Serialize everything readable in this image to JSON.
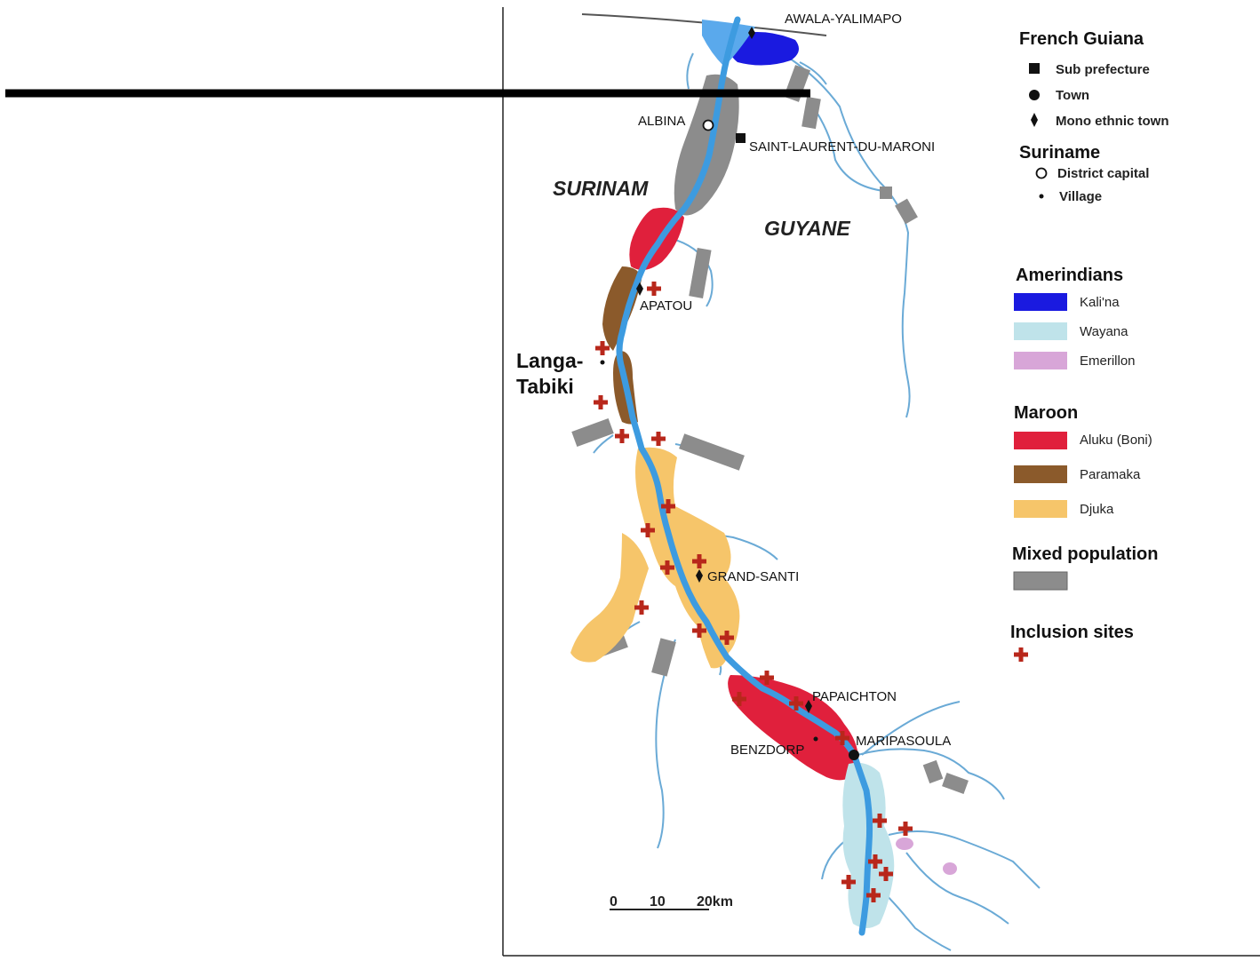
{
  "places": {
    "awala": "AWALA-YALIMAPO",
    "albina": "ALBINA",
    "saint_laurent": "SAINT-LAURENT-DU-MARONI",
    "apatou": "APATOU",
    "langa_line1": "Langa-",
    "langa_line2": "Tabiki",
    "grand_santi": "GRAND-SANTI",
    "papaichton": "PAPAICHTON",
    "maripasoula": "MARIPASOULA",
    "benzdorp": "BENZDORP"
  },
  "regions": {
    "surinam": "SURINAM",
    "guyane": "GUYANE"
  },
  "legend": {
    "french_guiana": {
      "title": "French Guiana",
      "sub_prefecture": "Sub prefecture",
      "town": "Town",
      "mono_ethnic": "Mono ethnic town"
    },
    "suriname": {
      "title": "Suriname",
      "district_capital": "District capital",
      "village": "Village"
    },
    "amerindians": {
      "title": "Amerindians",
      "kalina": "Kali'na",
      "wayana": "Wayana",
      "emerillon": "Emerillon"
    },
    "maroon": {
      "title": "Maroon",
      "aluku": "Aluku (Boni)",
      "paramaka": "Paramaka",
      "djuka": "Djuka"
    },
    "mixed": {
      "title": "Mixed population"
    },
    "inclusion": {
      "title": "Inclusion sites"
    }
  },
  "scale": {
    "zero": "0",
    "ten": "10",
    "twenty": "20km"
  },
  "colors": {
    "kalina": "#1a1ae0",
    "wayana": "#bfe3ea",
    "emerillon": "#d8a6d8",
    "aluku": "#e0203c",
    "paramaka": "#8b5a2b",
    "djuka": "#f6c56a",
    "mixed": "#8c8c8c",
    "river": "#3d9be0",
    "tributary": "#6aaad6",
    "inclusion": "#b8271b"
  }
}
